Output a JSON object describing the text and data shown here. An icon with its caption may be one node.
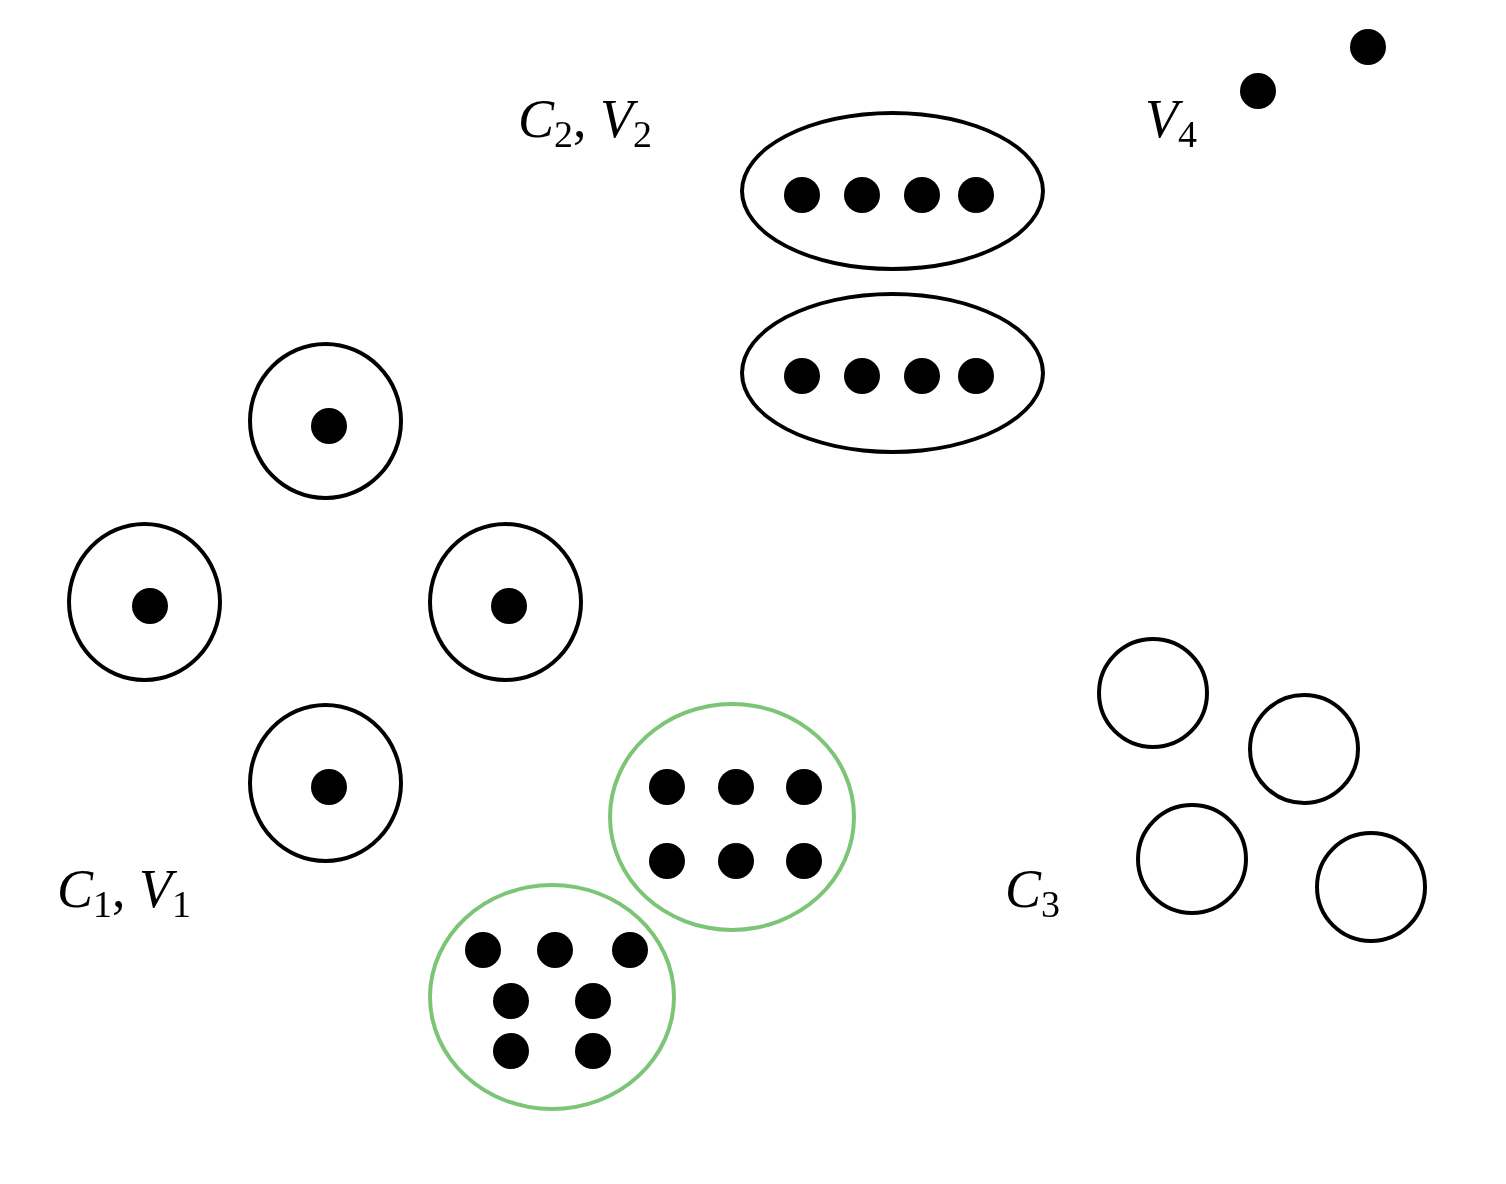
{
  "diagram": {
    "nodes": [
      {
        "text": [],
        "shape": "dot"
      },
      {
        "text": [],
        "shape": "dot"
      },
      {
        "text": [],
        "shape": "ellipse"
      },
      {
        "text": [],
        "shape": "dot",
        "in": 2
      },
      {
        "text": [],
        "shape": "dot",
        "in": 2
      },
      {
        "text": [],
        "shape": "dot",
        "in": 2
      },
      {
        "text": [],
        "shape": "dot",
        "in": 2
      },
      {
        "text": [],
        "shape": "ellipse"
      },
      {
        "text": [],
        "shape": "dot",
        "in": 7
      },
      {
        "text": [],
        "shape": "dot",
        "in": 7
      },
      {
        "text": [],
        "shape": "dot",
        "in": 7
      },
      {
        "text": [],
        "shape": "dot",
        "in": 7
      },
      {
        "text": [],
        "shape": "circle"
      },
      {
        "text": [],
        "shape": "dot",
        "in": 12
      },
      {
        "text": [],
        "shape": "circle"
      },
      {
        "text": [],
        "shape": "dot",
        "in": 14
      },
      {
        "text": [],
        "shape": "circle"
      },
      {
        "text": [],
        "shape": "dot",
        "in": 16
      },
      {
        "text": [],
        "shape": "circle"
      },
      {
        "text": [],
        "shape": "dot",
        "in": 18
      },
      {
        "text": [],
        "shape": "circle"
      },
      {
        "text": [],
        "shape": "dot",
        "in": 20
      },
      {
        "text": [],
        "shape": "dot",
        "in": 20
      },
      {
        "text": [],
        "shape": "dot",
        "in": 20
      },
      {
        "text": [],
        "shape": "dot",
        "in": 20
      },
      {
        "text": [],
        "shape": "dot",
        "in": 20
      },
      {
        "text": [],
        "shape": "dot",
        "in": 20
      },
      {
        "text": [],
        "shape": "circle"
      },
      {
        "text": [],
        "shape": "dot",
        "in": 27
      },
      {
        "text": [],
        "shape": "dot",
        "in": 27
      },
      {
        "text": [],
        "shape": "dot",
        "in": 27
      },
      {
        "text": [],
        "shape": "dot",
        "in": 27
      },
      {
        "text": [],
        "shape": "dot",
        "in": 27
      },
      {
        "text": [],
        "shape": "dot",
        "in": 27
      },
      {
        "text": [],
        "shape": "dot",
        "in": 27
      },
      {
        "text": [],
        "shape": "circle"
      },
      {
        "text": [],
        "shape": "circle"
      },
      {
        "text": [],
        "shape": "circle"
      },
      {
        "text": [],
        "shape": "circle"
      }
    ],
    "labels": [
      "*C*$_{2}$, *V*$_{2}$",
      "*V*$_{4}$",
      "*C*$_{1}$, *V*$_{1}$",
      "*C*$_{3}$"
    ]
  }
}
